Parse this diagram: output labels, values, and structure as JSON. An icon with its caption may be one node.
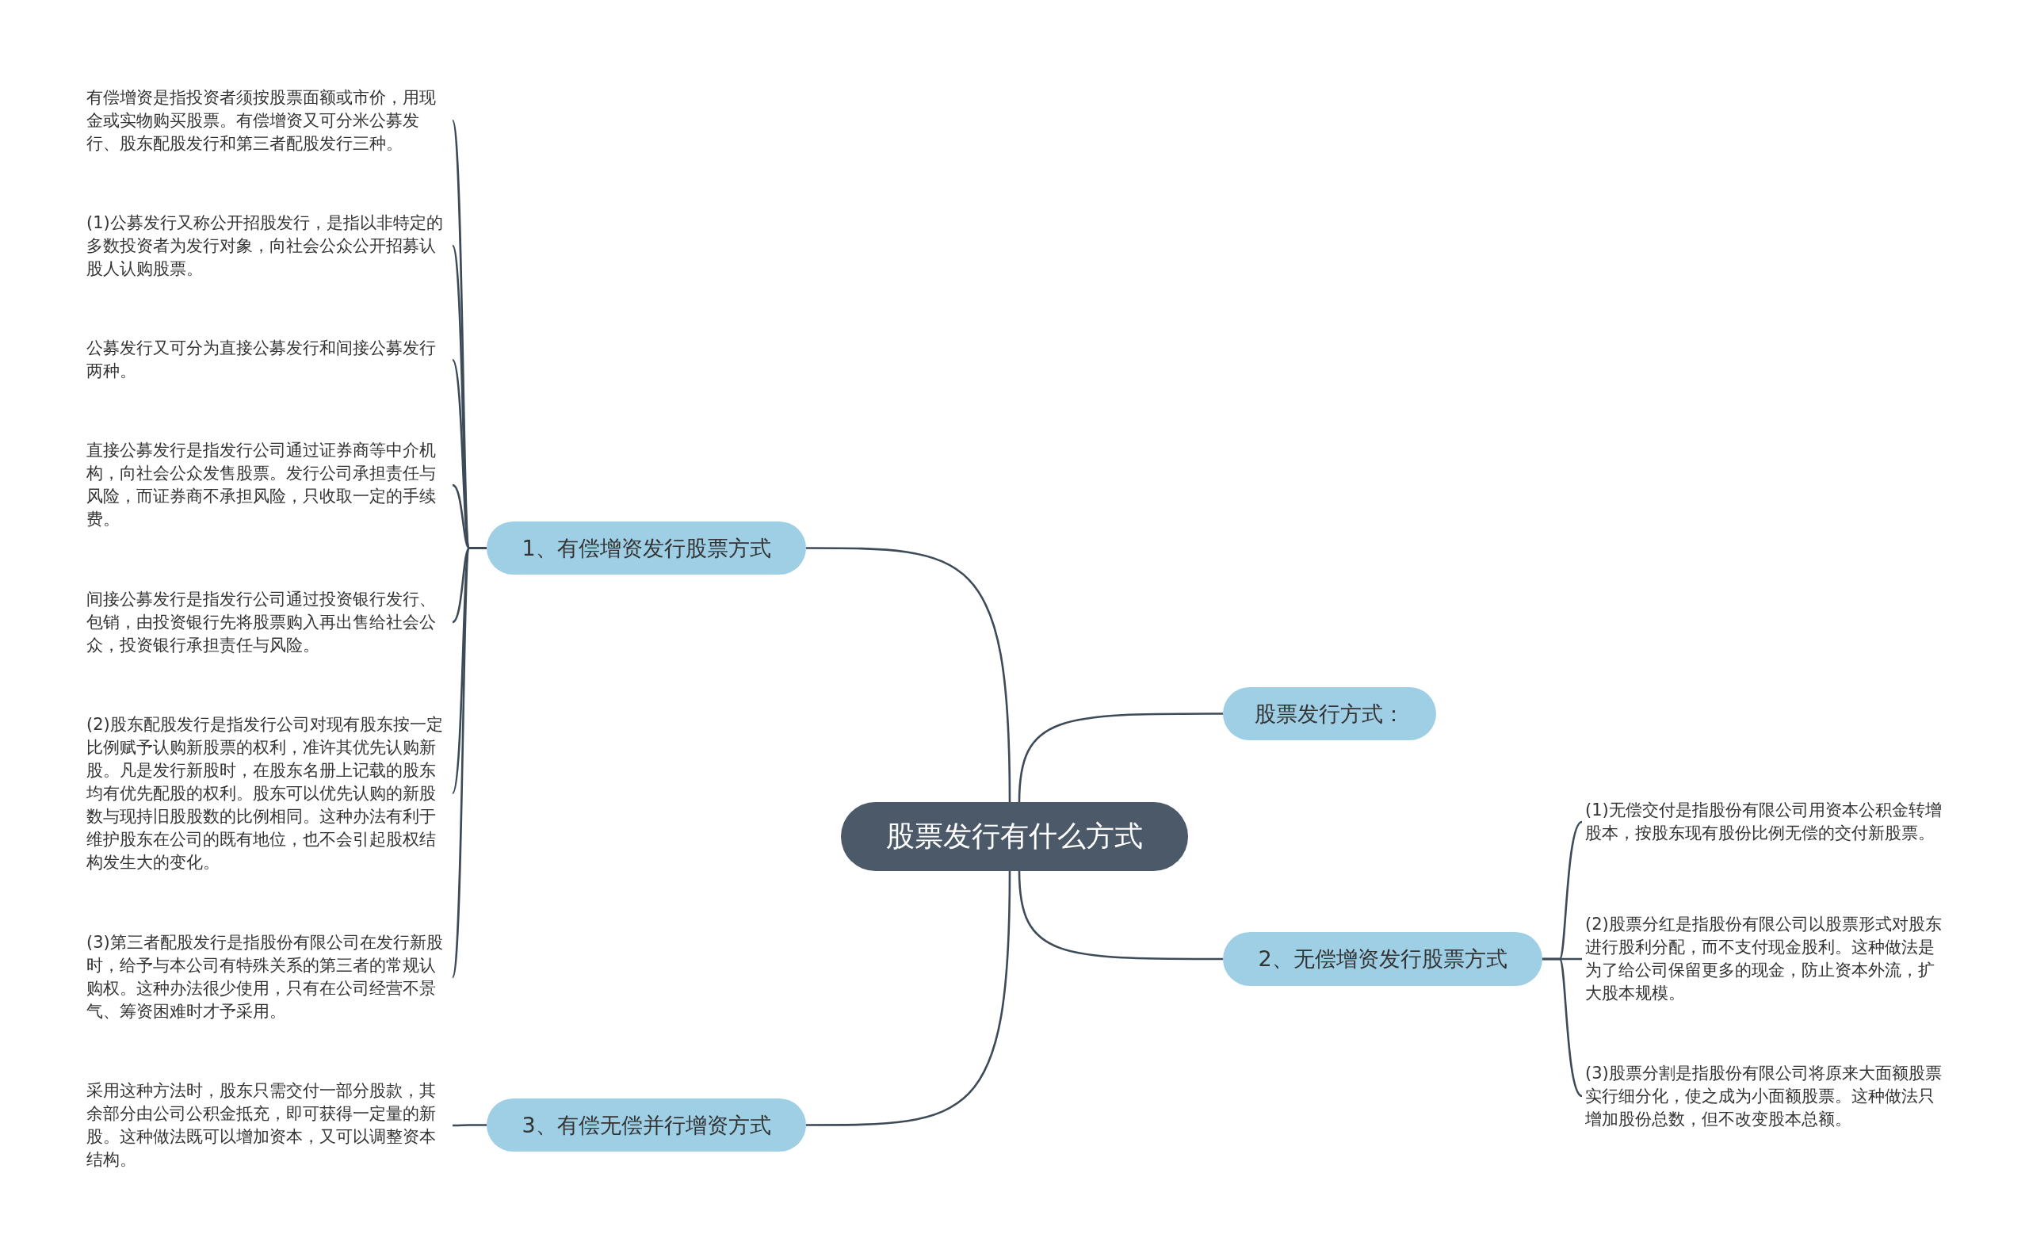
{
  "diagram": {
    "nodes": [
      {
        "text": [
          "股票发行有什么方式"
        ]
      },
      {
        "text": [
          "1、有偿增资发行股票方式"
        ]
      },
      {
        "text": [
          "有偿增资是指投资者须按股票面额或市价，用现金或实物购买股票。有偿增资又可分米公募发行、股东配股发行和第三者配股发行三种。"
        ]
      },
      {
        "text": [
          "(1)公募发行又称公开招股发行，是指以非特定的多数投资者为发行对象，向社会公众公开招募认股人认购股票。"
        ]
      },
      {
        "text": [
          "公募发行又可分为直接公募发行和间接公募发行两种。"
        ]
      },
      {
        "text": [
          "直接公募发行是指发行公司通过证券商等中介机构，向社会公众发售股票。发行公司承担责任与风险，而证券商不承担风险，只收取一定的手续费。"
        ]
      },
      {
        "text": [
          "间接公募发行是指发行公司通过投资银行发行、包销，由投资银行先将股票购入再出售给社会公众，投资银行承担责任与风险。"
        ]
      },
      {
        "text": [
          "(2)股东配股发行是指发行公司对现有股东按一定比例赋予认购新股票的权利，准许其优先认购新股。凡是发行新股时，在股东名册上记载的股东均有优先配股的权利。股东可以优先认购的新股数与现持旧股股数的比例相同。这种办法有利于维护股东在公司的既有地位，也不会引起股权结构发生大的变化。"
        ]
      },
      {
        "text": [
          "(3)第三者配股发行是指股份有限公司在发行新股时，给予与本公司有特殊关系的第三者的常规认购权。这种办法很少使用，只有在公司经营不景气、筹资困难时才予采用。"
        ]
      },
      {
        "text": [
          "股票发行方式："
        ]
      },
      {
        "text": [
          "2、无偿增资发行股票方式"
        ]
      },
      {
        "text": [
          "(1)无偿交付是指股份有限公司用资本公积金转增股本，按股东现有股份比例无偿的交付新股票。"
        ]
      },
      {
        "text": [
          "(2)股票分红是指股份有限公司以股票形式对股东进行股利分配，而不支付现金股利。这种做法是为了给公司保留更多的现金，防止资本外流，扩大股本规模。"
        ]
      },
      {
        "text": [
          "(3)股票分割是指股份有限公司将原来大面额股票实行细分化，使之成为小面额股票。这种做法只增加股份总数，但不改变股本总额。"
        ]
      },
      {
        "text": [
          "3、有偿无偿并行增资方式"
        ]
      },
      {
        "text": [
          "采用这种方法时，股东只需交付一部分股款，其余部分由公司公积金抵充，即可获得一定量的新股。这种做法既可以增加资本，又可以调整资本结构。"
        ]
      }
    ],
    "edges": [
      {
        "from": 0,
        "to": 1,
        "arrow": "none"
      },
      {
        "from": 1,
        "to": 2,
        "arrow": "none"
      },
      {
        "from": 1,
        "to": 3,
        "arrow": "none"
      },
      {
        "from": 1,
        "to": 4,
        "arrow": "none"
      },
      {
        "from": 1,
        "to": 5,
        "arrow": "none"
      },
      {
        "from": 1,
        "to": 6,
        "arrow": "none"
      },
      {
        "from": 1,
        "to": 7,
        "arrow": "none"
      },
      {
        "from": 1,
        "to": 8,
        "arrow": "none"
      },
      {
        "from": 0,
        "to": 9,
        "arrow": "none"
      },
      {
        "from": 0,
        "to": 10,
        "arrow": "none"
      },
      {
        "from": 10,
        "to": 11,
        "arrow": "none"
      },
      {
        "from": 10,
        "to": 12,
        "arrow": "none"
      },
      {
        "from": 10,
        "to": 13,
        "arrow": "none"
      },
      {
        "from": 0,
        "to": 14,
        "arrow": "none"
      },
      {
        "from": 14,
        "to": 15,
        "arrow": "none"
      }
    ]
  }
}
